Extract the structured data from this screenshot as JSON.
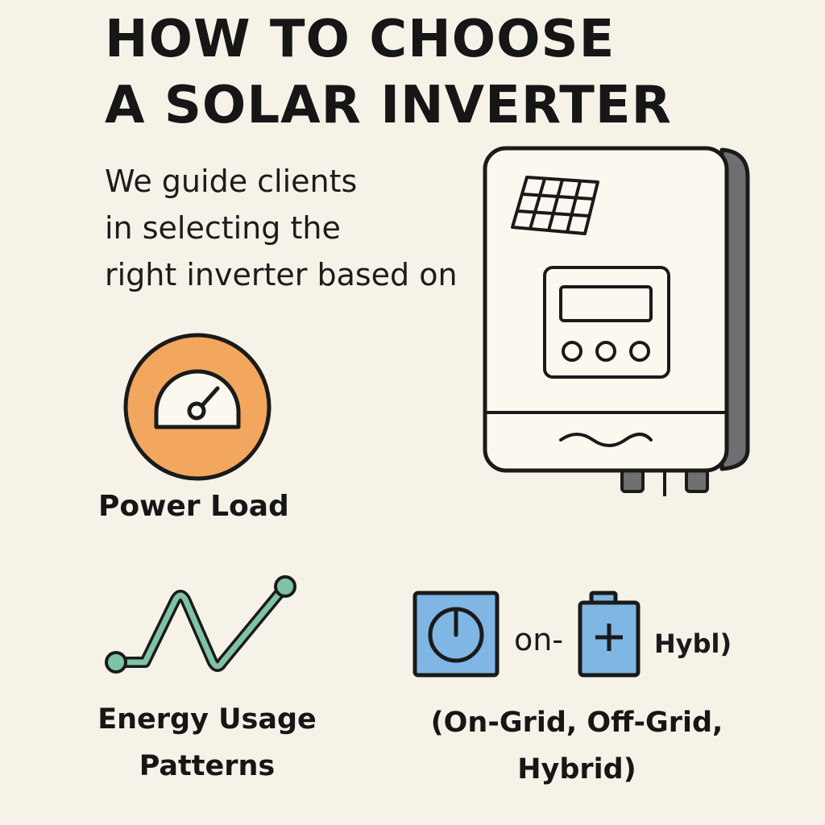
{
  "title": {
    "line1": "HOW TO CHOOSE",
    "line2": "A SOLAR INVERTER"
  },
  "intro": {
    "line1": "We guide clients",
    "line2": "in selecting the",
    "line3": "right inverter based on"
  },
  "factors": {
    "power_load": {
      "label": "Power Load",
      "icon": "gauge-icon",
      "color": "#f2a65e"
    },
    "energy_usage": {
      "label_line1": "Energy Usage",
      "label_line2": "Patterns",
      "icon": "trend-line-icon",
      "color": "#7fc3a5"
    },
    "inverter_type": {
      "icon_text_1": "on-",
      "icon_text_2": "Hybl)",
      "label_line1": "(On-Grid, Off-Grid,",
      "label_line2": "Hybrid)",
      "icons": [
        "power-icon",
        "battery-icon"
      ],
      "color": "#7fb6e3"
    }
  },
  "inverter": {
    "icon": "solar-inverter-illustration"
  }
}
